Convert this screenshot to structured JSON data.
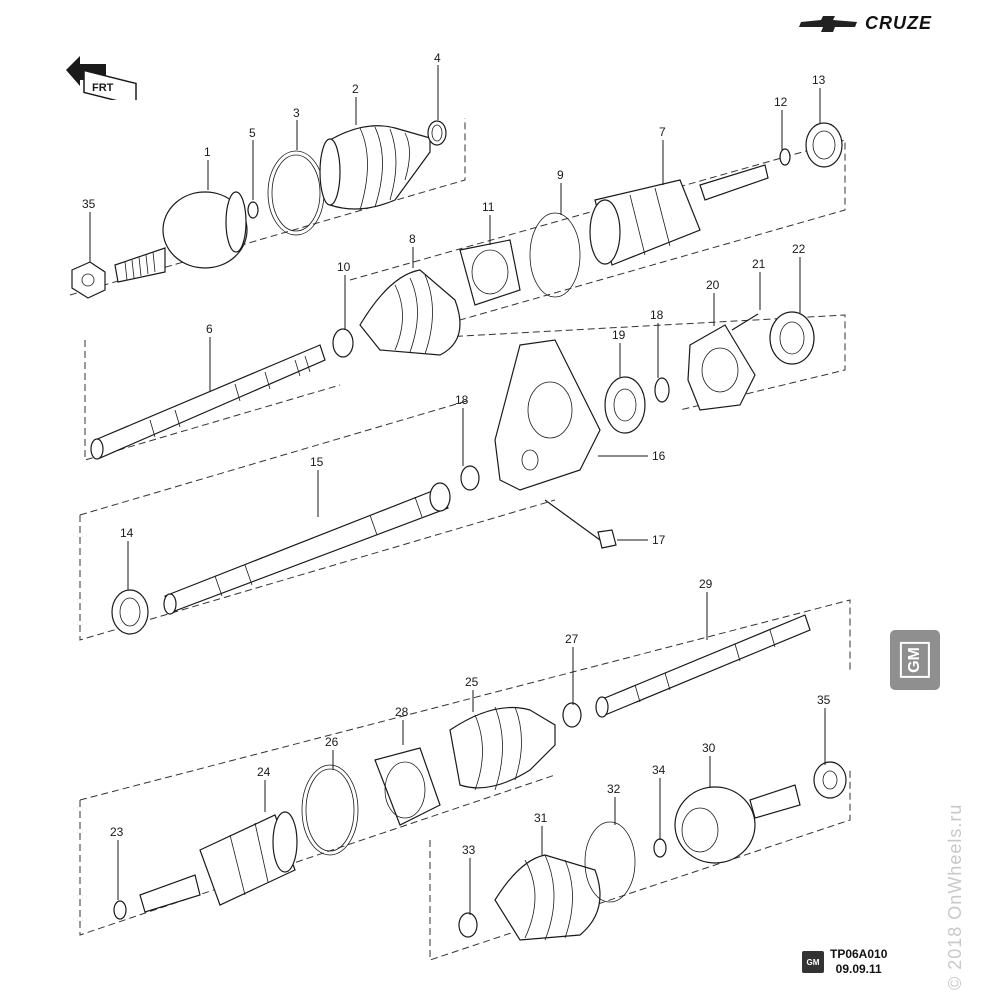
{
  "brand": {
    "model": "CRUZE",
    "logo": "chevrolet-bowtie-icon"
  },
  "orientation": {
    "label": "FRT",
    "icon": "front-arrow-icon"
  },
  "side_tab": {
    "label": "GM"
  },
  "watermark": "© 2018 OnWheels.ru",
  "document": {
    "badge": "GM",
    "code": "TP06A010",
    "date": "09.09.11"
  },
  "callouts": [
    "1",
    "2",
    "3",
    "4",
    "5",
    "6",
    "7",
    "8",
    "9",
    "10",
    "11",
    "12",
    "13",
    "14",
    "15",
    "16",
    "17",
    "18",
    "18",
    "19",
    "20",
    "21",
    "22",
    "23",
    "24",
    "25",
    "26",
    "27",
    "28",
    "29",
    "30",
    "31",
    "32",
    "33",
    "34",
    "35",
    "35"
  ]
}
